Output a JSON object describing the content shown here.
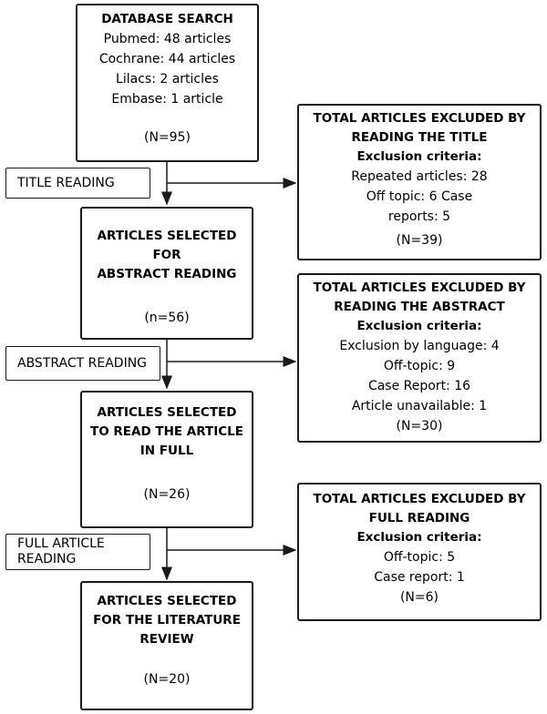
{
  "search": {
    "title": "DATABASE SEARCH",
    "items": [
      "Pubmed: 48 articles",
      "Cochrane: 44 articles",
      "Lilacs: 2 articles",
      "Embase: 1 article"
    ],
    "count": "(N=95)"
  },
  "step1_label": "TITLE READING",
  "abstract_sel": {
    "title1": "ARTICLES SELECTED FOR",
    "title2": "ABSTRACT READING",
    "count": "(n=56)"
  },
  "excl_title": {
    "title1": "TOTAL ARTICLES EXCLUDED BY",
    "title2": "READING THE TITLE",
    "criteria": "Exclusion criteria:",
    "items": [
      "Repeated articles: 28",
      "Off topic: 6 Case",
      "reports: 5"
    ],
    "count": "(N=39)"
  },
  "step2_label": "ABSTRACT READING",
  "full_sel": {
    "title1": "ARTICLES SELECTED",
    "title2": "TO READ THE ARTICLE",
    "title3": "IN FULL",
    "count": "(N=26)"
  },
  "excl_abstract": {
    "title1": "TOTAL ARTICLES EXCLUDED BY",
    "title2": "READING THE ABSTRACT",
    "criteria": "Exclusion criteria:",
    "items": [
      "Exclusion by language: 4",
      "Off-topic: 9",
      "Case Report: 16",
      "Article unavailable: 1"
    ],
    "count": "(N=30)"
  },
  "step3_label1": "FULL ARTICLE",
  "step3_label2": "READING",
  "review_sel": {
    "title1": "ARTICLES SELECTED",
    "title2": "FOR THE LITERATURE",
    "title3": "REVIEW",
    "count": "(N=20)"
  },
  "excl_full": {
    "title1": "TOTAL ARTICLES EXCLUDED BY",
    "title2": "FULL READING",
    "criteria": "Exclusion criteria:",
    "items": [
      "Off-topic: 5",
      "Case report: 1"
    ],
    "count": "(N=6)"
  }
}
